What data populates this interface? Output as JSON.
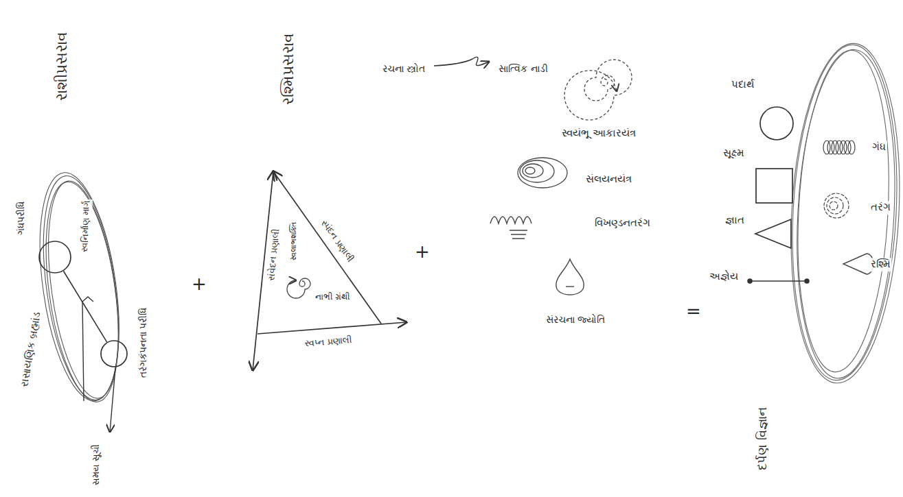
{
  "diagram": {
    "nodes": [
      {
        "text": [
          "ગંધપરીધિ"
        ]
      },
      {
        "text": [
          "તરંગકંપનતા પરીધિ"
        ]
      },
      {
        "text": [
          "સંવેદન પ્રણાલી",
          "સ્પંદન પ્રણાલી",
          "સ્વપ્ન પ્રણાલી",
          "સ્વલાભશક્તિ",
          "નાભી ગ્રંથી"
        ]
      },
      {
        "text": [
          "પદાર્થ"
        ]
      },
      {
        "text": [
          "સૂક્ષ્મ"
        ]
      },
      {
        "text": [
          "જ્ઞાત"
        ]
      }
    ],
    "edges": [
      {
        "from": 0,
        "to": 1,
        "arrow": "none"
      }
    ],
    "labels": [
      "રાશીપ્રસરાવ",
      "રાસાયણિક બ્રહ્માંડ",
      "સ્વનિર્માણ માર્ગ",
      "સમય સૂચી",
      "+",
      "રશ્મિપ્રસરાવ",
      "+",
      "રચના સ્ત્રોત",
      "સાત્વિક નાડી",
      "સ્વયંભૂ આકારયંત્ર",
      "સંલયનયંત્ર",
      "વિખણ્ડનતરંગ",
      "=",
      "સંરચના જ્યોતિ",
      "અજ્ઞેય",
      "ગંધ",
      "તરંગ",
      "રશ્મિ",
      "દર્પણ વિજ્ઞાન"
    ]
  }
}
